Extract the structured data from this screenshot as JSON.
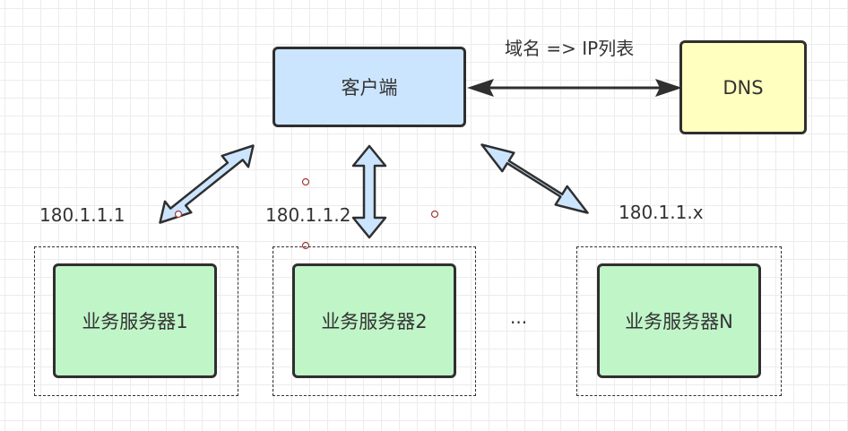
{
  "nodes": {
    "client": "客户端",
    "dns": "DNS",
    "servers": [
      "业务服务器1",
      "业务服务器2",
      "业务服务器N"
    ]
  },
  "edge_labels": {
    "dns_lookup": "域名 => IP列表",
    "ips": [
      "180.1.1.1",
      "180.1.1.2",
      "180.1.1.x"
    ]
  },
  "ellipsis": "...",
  "colors": {
    "client_fill": "#cce5ff",
    "dns_fill": "#ffffc0",
    "server_fill": "#c0f5c8",
    "arrow_fill": "#cce5ff",
    "stroke": "#2f2f2f"
  }
}
